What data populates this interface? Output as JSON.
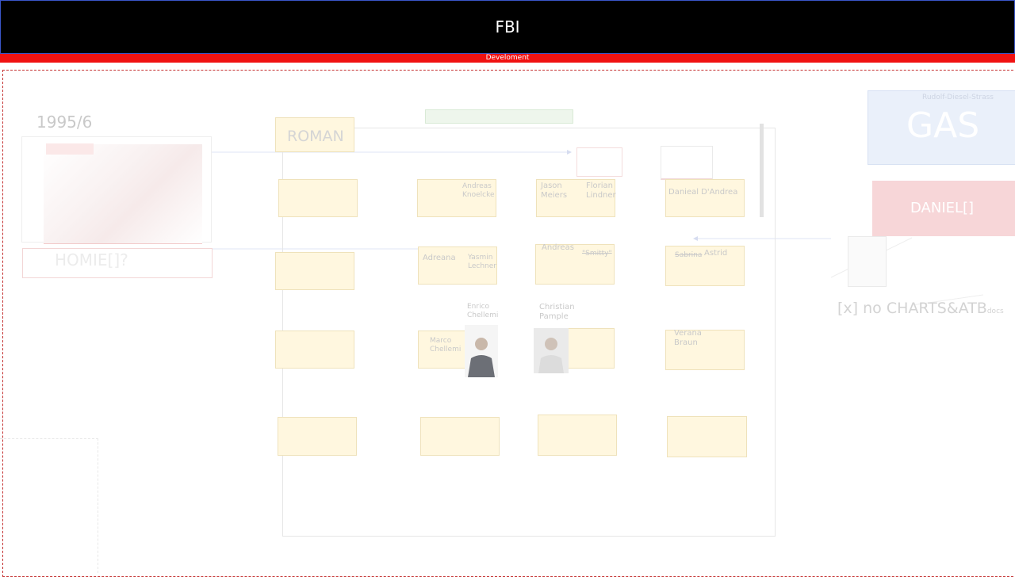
{
  "header": {
    "title": "FBI",
    "subtitle": "Develoment"
  },
  "year": {
    "label": "1995/6"
  },
  "left_cards": {
    "top_label": "",
    "bottom_label": "HOMIE[]?"
  },
  "board": {
    "title": "ROMAN"
  },
  "notes": {
    "andreas_k": "Andreas Knoelcke",
    "jason": "Jason Meiers",
    "florian": "Florian Lindner",
    "danieal": "Danieal D'Andrea",
    "adreana": "Adreana",
    "yasmin": "Yasmin Lechner",
    "andreas": "Andreas",
    "smitty": "\"Smitty\"",
    "sabrina": "Sabrina",
    "astrid": "Astrid",
    "enrico": "Enrico Chellemi",
    "christian": "Christian Pample",
    "marco": "Marco Chellemi",
    "verana": "Verana Braun"
  },
  "right_panel": {
    "street": "Rudolf-Diesel-Strass",
    "gas_label": "GAS",
    "daniel_label": "DANIEL[]",
    "charts_note": "[x] no CHARTS&ATB",
    "charts_small": "docs"
  },
  "colors": {
    "header_bg": "#000000",
    "header_border": "#3a55c8",
    "subbar_bg": "#f01212",
    "note_bg": "#fff7df",
    "gas_bg": "#eaf0fa",
    "daniel_bg": "#f7d6d8"
  }
}
